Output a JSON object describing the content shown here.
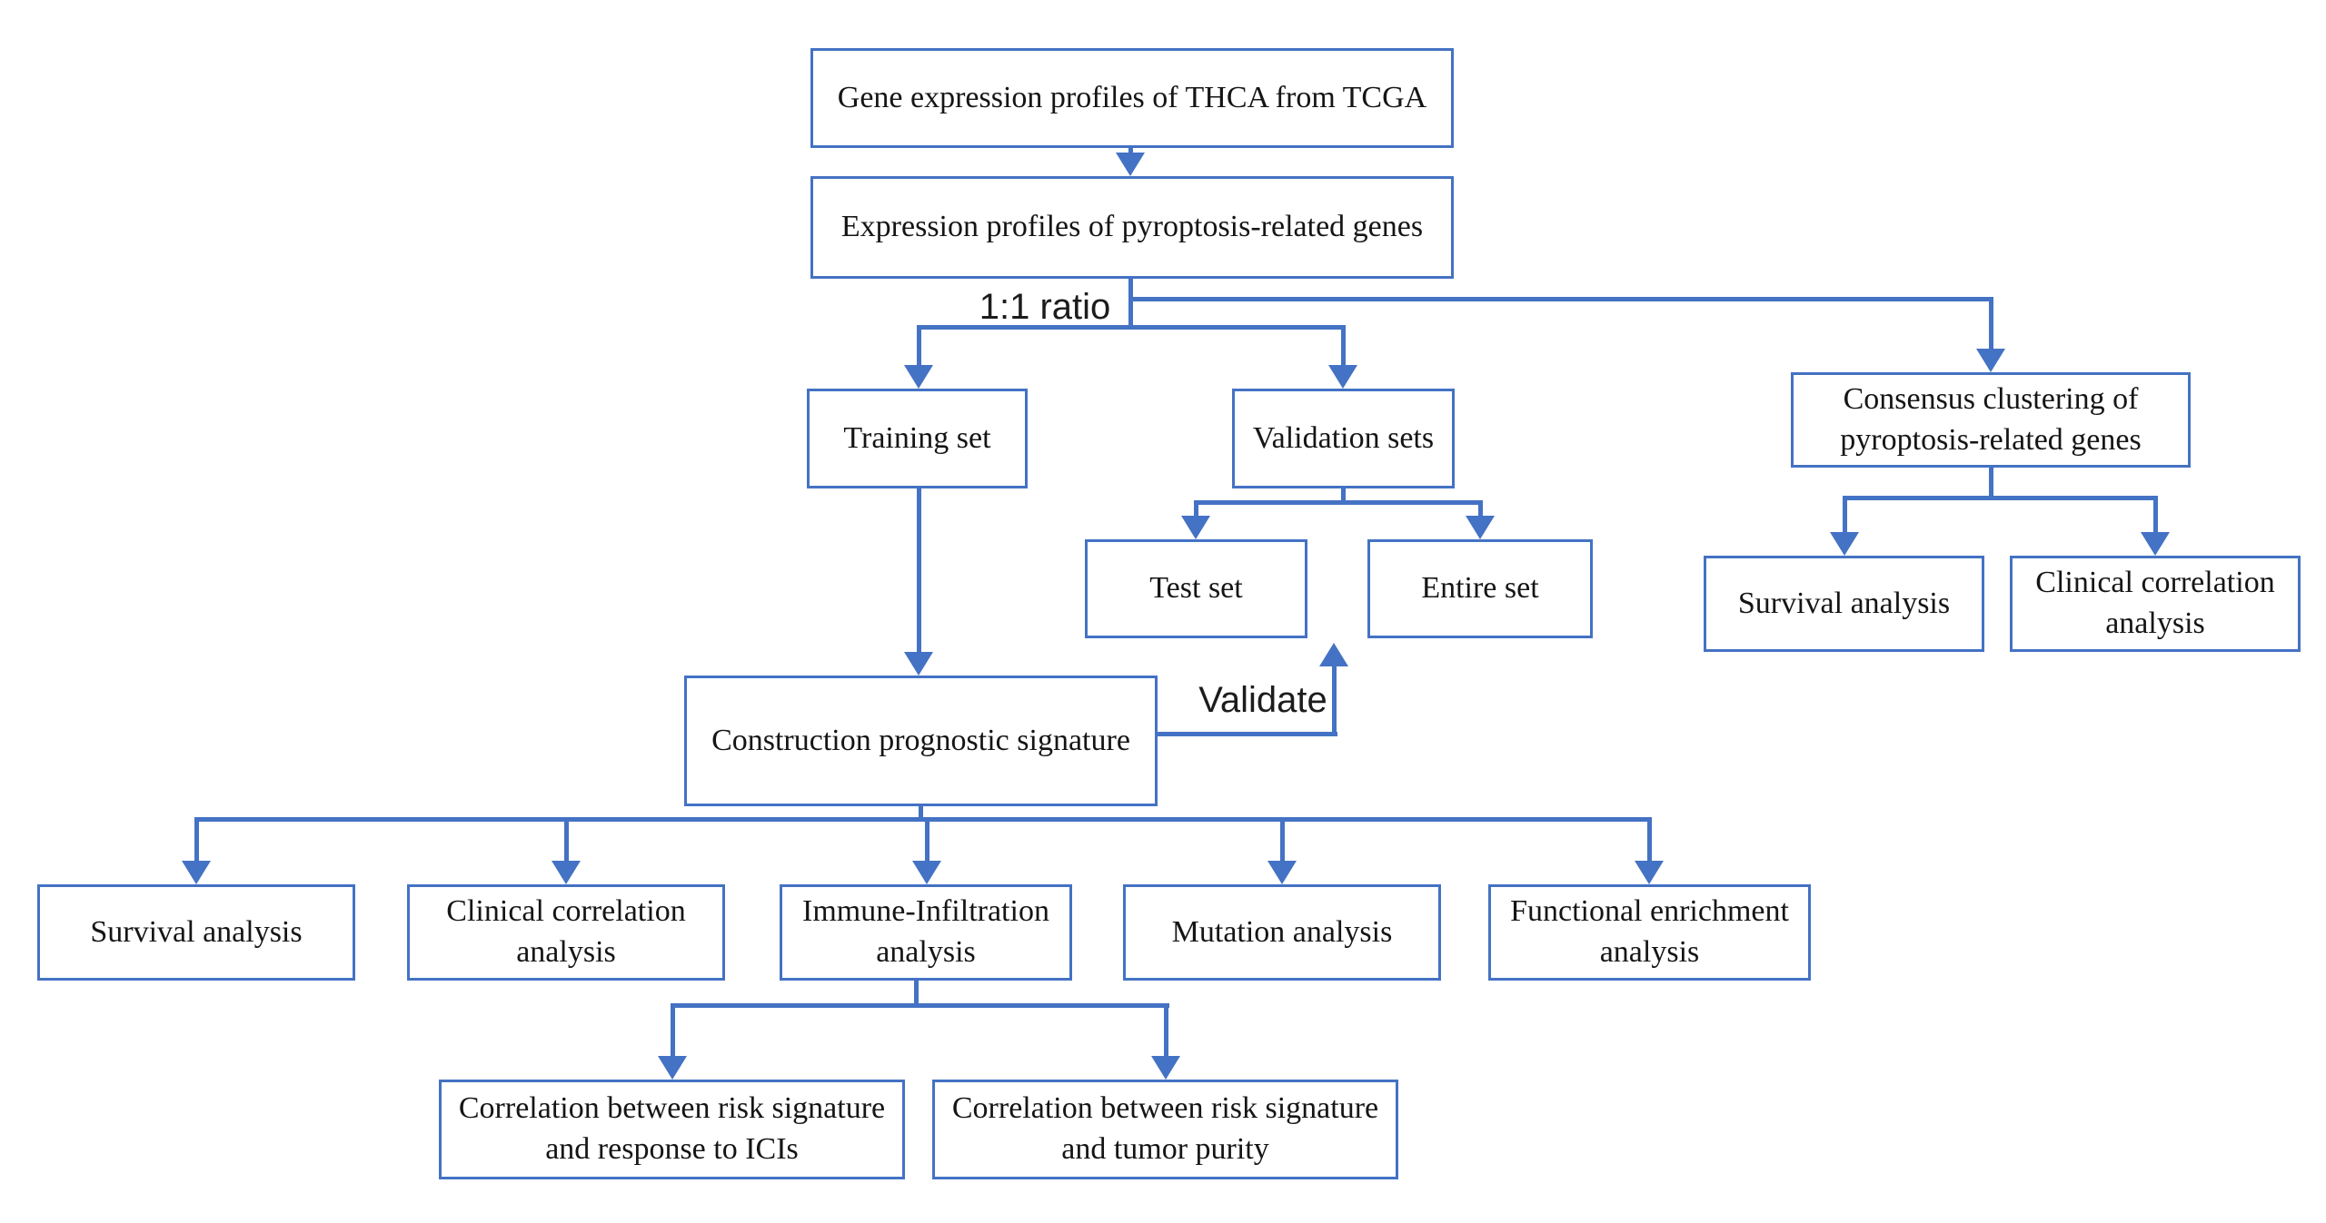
{
  "diagram": {
    "type": "flowchart",
    "colors": {
      "line": "#4472C4",
      "box_border": "#4472C4",
      "text": "#151515",
      "background": "#ffffff"
    },
    "nodes": {
      "gene_expression": {
        "label": "Gene expression profiles of THCA from TCGA"
      },
      "pyroptosis_profiles": {
        "label": "Expression profiles of pyroptosis-related genes"
      },
      "training_set": {
        "label": "Training set"
      },
      "validation_sets": {
        "label": "Validation sets"
      },
      "consensus_clustering": {
        "label": "Consensus clustering of pyroptosis-related genes"
      },
      "test_set": {
        "label": "Test set"
      },
      "entire_set": {
        "label": "Entire set"
      },
      "survival_analysis_cluster": {
        "label": "Survival analysis"
      },
      "clinical_correlation_cluster": {
        "label": "Clinical correlation analysis"
      },
      "construction_signature": {
        "label": "Construction prognostic signature"
      },
      "survival_analysis": {
        "label": "Survival analysis"
      },
      "clinical_correlation": {
        "label": "Clinical correlation analysis"
      },
      "immune_infiltration": {
        "label": "Immune-Infiltration analysis"
      },
      "mutation_analysis": {
        "label": "Mutation analysis"
      },
      "functional_enrichment": {
        "label": "Functional enrichment analysis"
      },
      "correlation_icis": {
        "label": "Correlation between risk signature and response to ICIs"
      },
      "correlation_tumor_purity": {
        "label": "Correlation between risk signature and tumor purity"
      }
    },
    "edge_labels": {
      "split_ratio": "1:1 ratio",
      "validate": "Validate"
    }
  }
}
